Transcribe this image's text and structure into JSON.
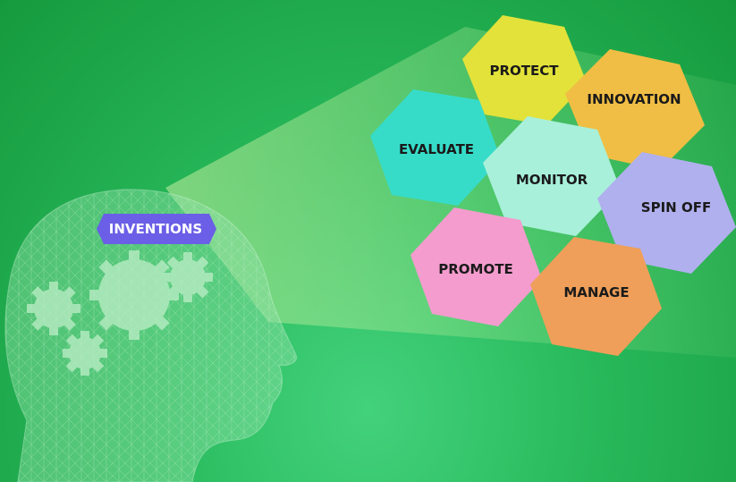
{
  "center_label": {
    "text": "INVENTIONS",
    "color": "#6a5fe6"
  },
  "hexagons": [
    {
      "label": "PROTECT",
      "color": "#e2e23a",
      "icon": "hexagon"
    },
    {
      "label": "INNOVATION",
      "color": "#f0be44",
      "icon": "hexagon"
    },
    {
      "label": "EVALUATE",
      "color": "#36dcc8",
      "icon": "hexagon"
    },
    {
      "label": "MONITOR",
      "color": "#a8f0da",
      "icon": "hexagon"
    },
    {
      "label": "SPIN OFF",
      "color": "#b0b0ee",
      "icon": "hexagon"
    },
    {
      "label": "PROMOTE",
      "color": "#f39ccd",
      "icon": "hexagon"
    },
    {
      "label": "MANAGE",
      "color": "#ef9f59",
      "icon": "hexagon"
    }
  ],
  "head_image": {
    "icon": "wireframe-head-with-gears",
    "color": "#8fe0a6"
  }
}
